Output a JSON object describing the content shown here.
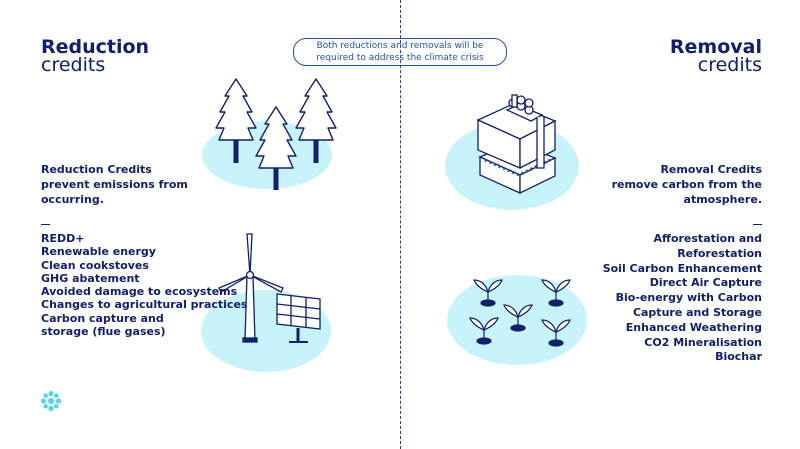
{
  "reduction": {
    "title_bold": "Reduction",
    "title_light": "credits",
    "description_lines": [
      "Reduction Credits",
      "prevent emissions from",
      "occurring."
    ],
    "items": [
      "REDD+",
      "Renewable energy",
      "Clean cookstoves",
      "GHG abatement",
      "Avoided damage to ecosystems",
      "Changes to agricultural practices",
      "Carbon capture and",
      "storage (flue gases)"
    ]
  },
  "removal": {
    "title_bold": "Removal",
    "title_light": "credits",
    "description_lines": [
      "Removal  Credits",
      "remove carbon from the",
      "atmosphere."
    ],
    "items": [
      "Afforestation and",
      "Reforestation",
      "Soil Carbon Enhancement",
      "Direct Air Capture",
      "Bio-energy with Carbon",
      "Capture and Storage",
      "Enhanced Weathering",
      "CO2 Mineralisation",
      "Biochar"
    ]
  },
  "callout": {
    "lines": [
      "Both reductions and removals will be",
      "required to address the climate crisis"
    ]
  },
  "colors": {
    "navy": "#10206a",
    "accent_blue": "#2a4fa8",
    "blob_cyan": "#c8f3fb",
    "logo_cyan": "#4fd8ea"
  },
  "icons": [
    "tree-icon",
    "wind-turbine-icon",
    "solar-panel-icon",
    "direct-air-capture-icon",
    "sprout-icon",
    "logo-icon"
  ]
}
